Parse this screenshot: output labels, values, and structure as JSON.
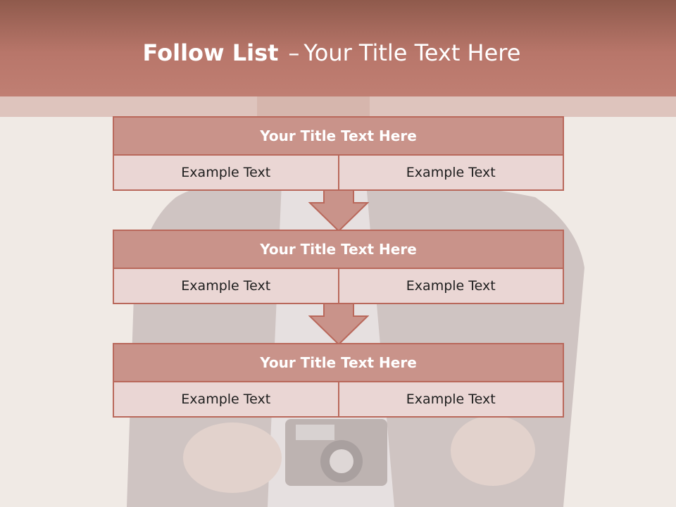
{
  "slide": {
    "title_bold": "Follow List",
    "title_separator": "–",
    "title_rest": "Your Title Text Here"
  },
  "groups": [
    {
      "title": "Your Title Text Here",
      "left": "Example Text",
      "right": "Example Text"
    },
    {
      "title": "Your Title Text Here",
      "left": "Example Text",
      "right": "Example Text"
    },
    {
      "title": "Your Title Text Here",
      "left": "Example Text",
      "right": "Example Text"
    }
  ],
  "colors": {
    "header": "#b8766a",
    "title_box": "#c9938a",
    "cell": "#ead6d4",
    "border": "#b9685b",
    "arrow": "#c9938a"
  }
}
